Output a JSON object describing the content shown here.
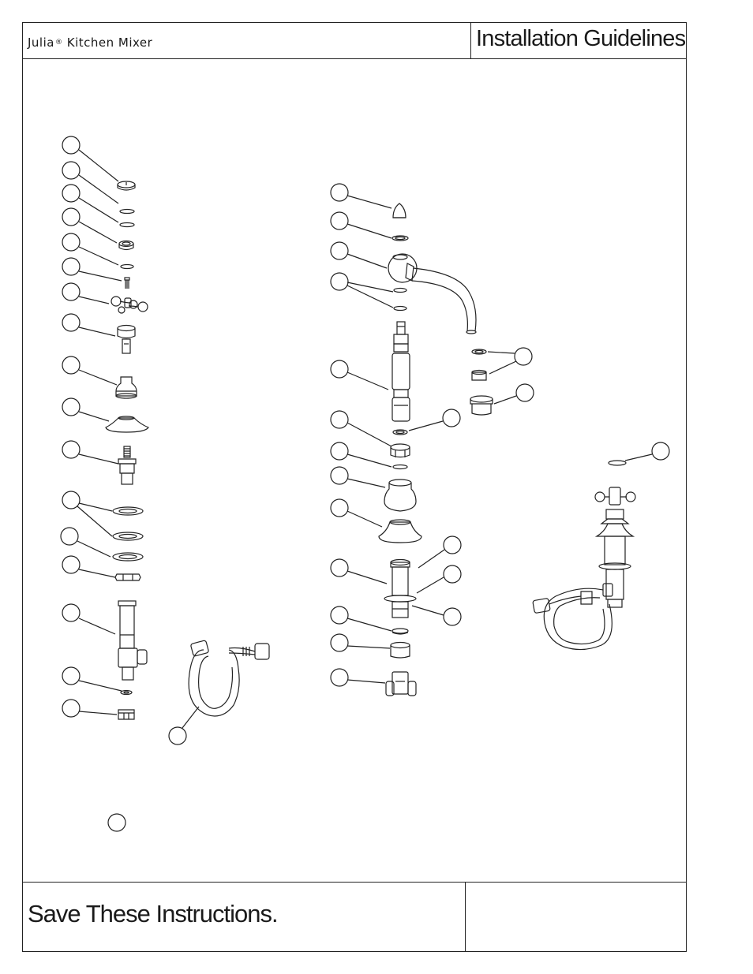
{
  "header": {
    "product_name": "Julia",
    "product_mark": "®",
    "product_suffix": " Kitchen Mixer",
    "title": "Installation Guidelines"
  },
  "footer": {
    "save_text": "Save These Instructions."
  }
}
